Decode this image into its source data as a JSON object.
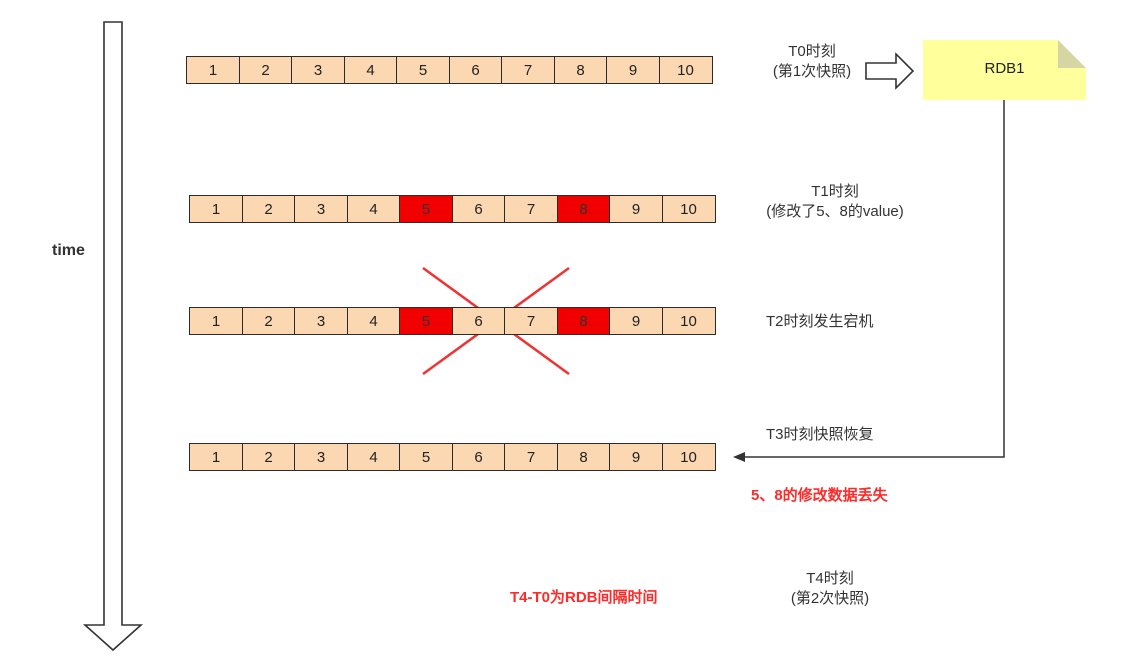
{
  "time_label": "time",
  "cells": [
    "1",
    "2",
    "3",
    "4",
    "5",
    "6",
    "7",
    "8",
    "9",
    "10"
  ],
  "rows": [
    {
      "label_lines": [
        "T0时刻",
        "(第1次快照)"
      ],
      "red_cells": []
    },
    {
      "label_lines": [
        "T1时刻",
        "(修改了5、8的value)"
      ],
      "red_cells": [
        4,
        7
      ]
    },
    {
      "label_lines": [
        "T2时刻发生宕机"
      ],
      "red_cells": [
        4,
        7
      ]
    },
    {
      "label_lines": [
        "T3时刻快照恢复"
      ],
      "red_cells": []
    }
  ],
  "rdb_note": "RDB1",
  "loss_note": "5、8的修改数据丢失",
  "interval_note": "T4-T0为RDB间隔时间",
  "t4_label_lines": [
    "T4时刻",
    "(第2次快照)"
  ],
  "colors": {
    "cell": "#fbd8b1",
    "modified": "#f10000",
    "note": "#ffff9c",
    "alert_text": "#ff2a2a"
  }
}
